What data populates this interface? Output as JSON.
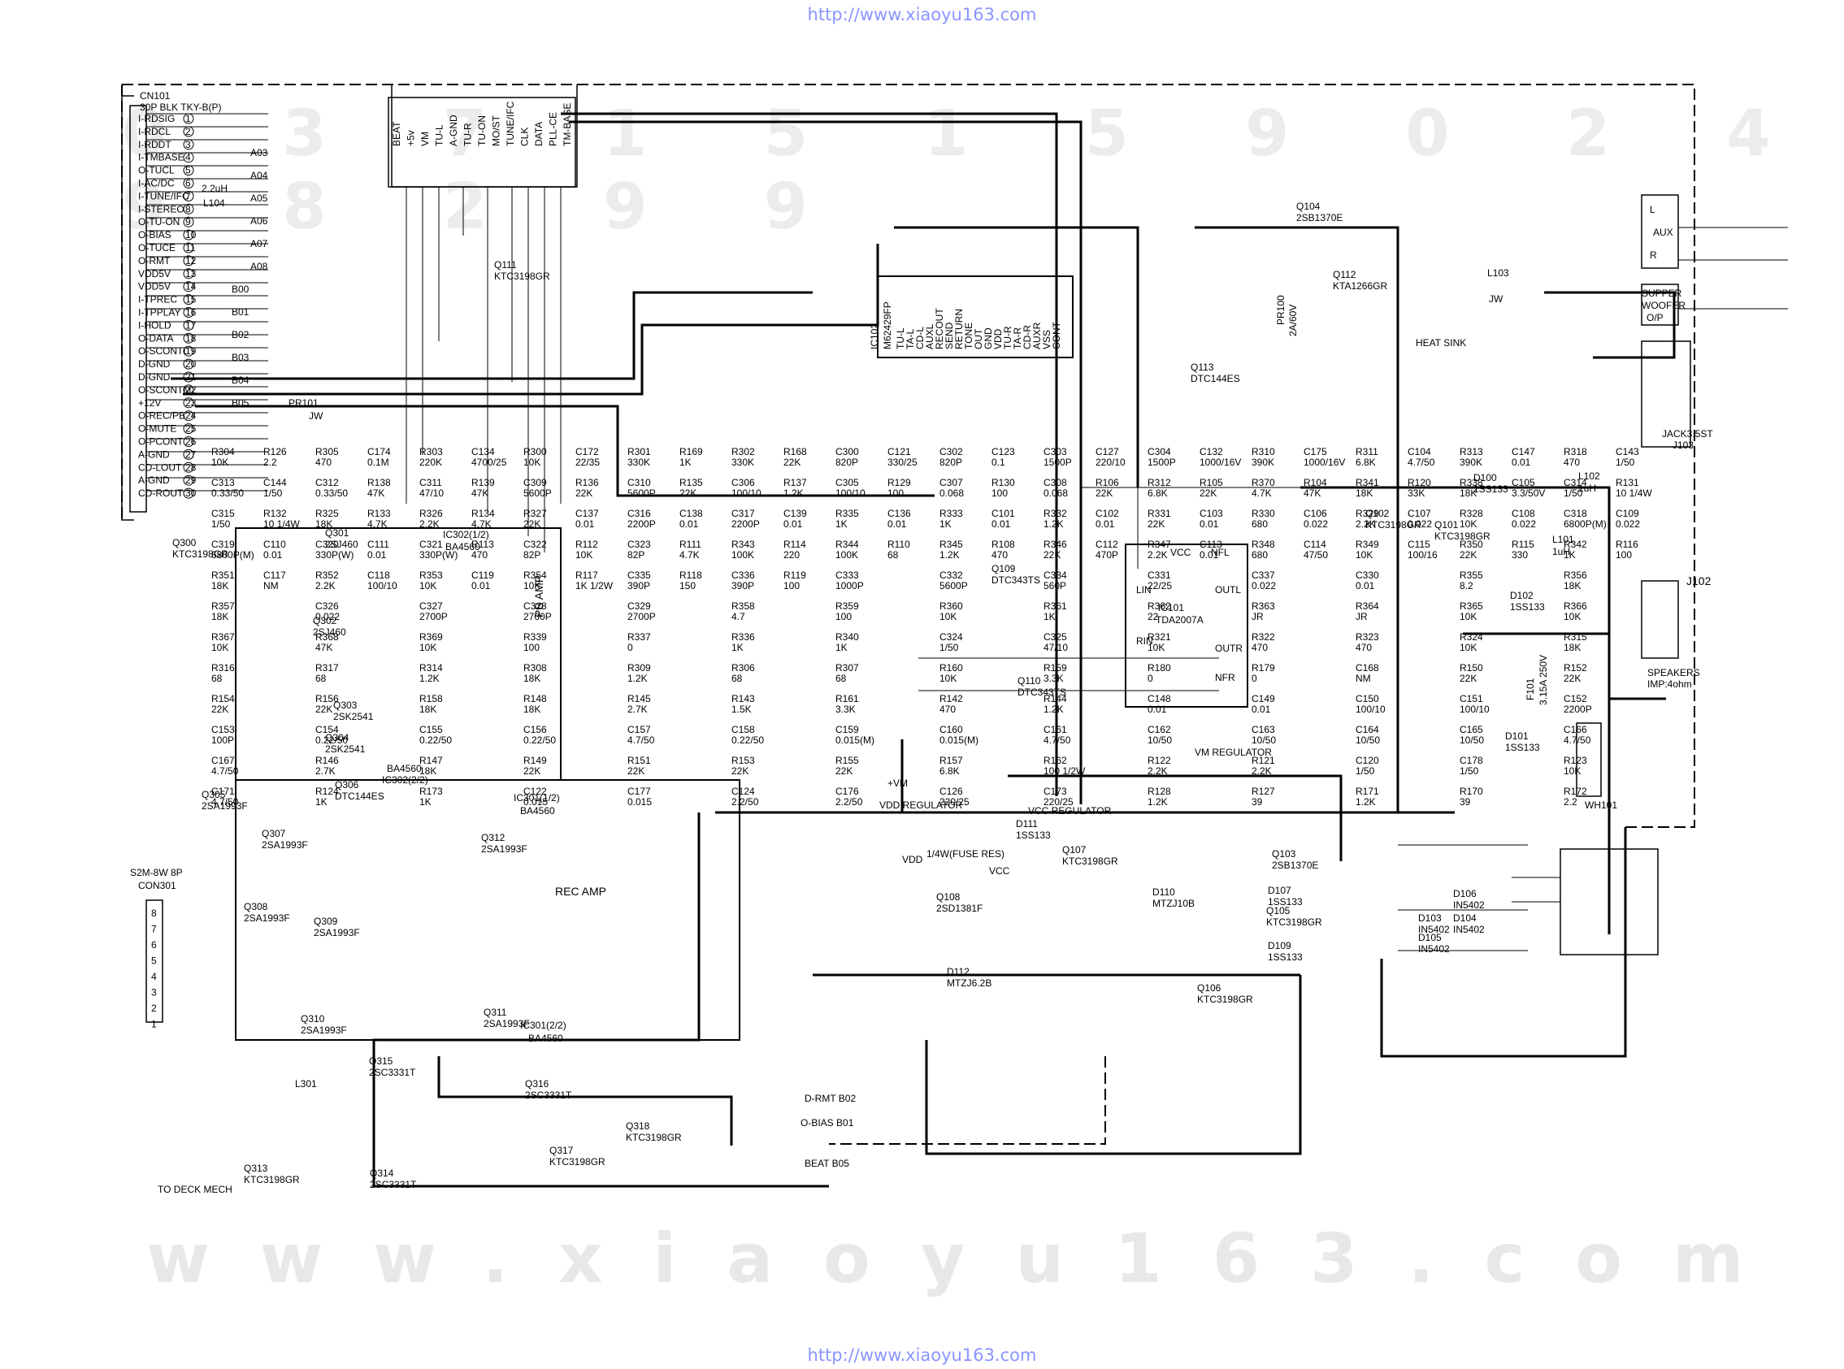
{
  "source_url_top": "http://www.xiaoyu163.com",
  "source_url_bottom": "http://www.xiaoyu163.com",
  "watermark_bottom": "www.xiaoyu163.com",
  "watermark_number": "0 3 7 1 5 1 5 9 0 2 4 9 8 2 9 9",
  "connector_cn101": {
    "ref": "CN101",
    "type": "30P BLK TKY-B(P)",
    "pins": [
      "I-RDSIG",
      "I-RDCL",
      "I-RDDT",
      "I-TMBASE",
      "O-TUCL",
      "I-AC/DC",
      "I-TUNE/IFC",
      "I-STEREO",
      "O-TU-ON",
      "O-BIAS",
      "O-TUCE",
      "O-RMT",
      "VDD5V",
      "VDD5V",
      "I-TPREC",
      "I-TPPLAY",
      "I-HOLD",
      "O-DATA",
      "O-SCONTL",
      "D-GND",
      "D-GND",
      "O-SCONTM",
      "+12V",
      "O-REC/PB",
      "O-MUTE",
      "O-PCONT",
      "A-GND",
      "CD-LOUT",
      "A-GND",
      "CD-ROUT"
    ]
  },
  "header_bus": [
    "BEAT",
    "+5v",
    "VM",
    "TU-L",
    "A-GND",
    "TU-R",
    "TU-ON",
    "MO/ST",
    "TUNE/IFC",
    "CLK",
    "DATA",
    "PLL-CE",
    "TM-BASE"
  ],
  "connector_con301": {
    "ref": "CON301",
    "type": "S2M-8W 8P",
    "pins": [
      "8",
      "7",
      "6",
      "5",
      "4",
      "3",
      "2",
      "1"
    ]
  },
  "blocks": {
    "pb_amp": "PB AMP",
    "rec_amp": "REC AMP",
    "vm_regulator": "VM REGULATOR",
    "vdd_regulator": "VDD REGULATOR",
    "vcc_regulator": "VCC REGULATOR",
    "vdd": "VDD",
    "plus_vm": "+VM",
    "vcc": "VCC"
  },
  "ic101": {
    "ref": "IC101",
    "part": "TDA2007A",
    "pins": [
      "VCC",
      "NFL",
      "OUTL",
      "LIN",
      "RIN",
      "OUTR",
      "NFR"
    ]
  },
  "ic102": {
    "ref": "IC102",
    "part": "M62429FP",
    "pins": [
      "TU-L",
      "TA-L",
      "CD-L",
      "AUXL",
      "RECOUT",
      "SEND",
      "RETURN",
      "TONE",
      "OUT",
      "GND",
      "VDD",
      "TU-R",
      "TA-R",
      "CD-R",
      "AUXR",
      "VSS",
      "CONT"
    ]
  },
  "ic301": {
    "ref": "IC301",
    "part": "BA4560",
    "halves": [
      "IC301(1/2)",
      "IC301(2/2)"
    ]
  },
  "ic302": {
    "ref": "IC302",
    "part": "BA4560",
    "halves": [
      "IC302(1/2)",
      "IC302(2/2)"
    ]
  },
  "transistors": [
    {
      "ref": "Q111",
      "part": "KTC3198GR"
    },
    {
      "ref": "Q300",
      "part": "KTC3198GR"
    },
    {
      "ref": "Q301",
      "part": "2SJ460"
    },
    {
      "ref": "Q302",
      "part": "2SJ460"
    },
    {
      "ref": "Q303",
      "part": "2SK2541"
    },
    {
      "ref": "Q304",
      "part": "2SK2541"
    },
    {
      "ref": "Q305",
      "part": "2SA1993F"
    },
    {
      "ref": "Q306",
      "part": "DTC144ES"
    },
    {
      "ref": "Q307",
      "part": "2SA1993F"
    },
    {
      "ref": "Q308",
      "part": "2SA1993F"
    },
    {
      "ref": "Q309",
      "part": "2SA1993F"
    },
    {
      "ref": "Q310",
      "part": "2SA1993F"
    },
    {
      "ref": "Q311",
      "part": "2SA1993F"
    },
    {
      "ref": "Q312",
      "part": "2SA1993F"
    },
    {
      "ref": "Q313",
      "part": "KTC3198GR"
    },
    {
      "ref": "Q314",
      "part": "2SC3331T"
    },
    {
      "ref": "Q315",
      "part": "2SC3331T"
    },
    {
      "ref": "Q316",
      "part": "2SC3331T"
    },
    {
      "ref": "Q317",
      "part": "KTC3198GR"
    },
    {
      "ref": "Q318",
      "part": "KTC3198GR"
    },
    {
      "ref": "Q101",
      "part": "KTC3198GR"
    },
    {
      "ref": "Q102",
      "part": "KTC3198GR"
    },
    {
      "ref": "Q103",
      "part": "2SB1370E"
    },
    {
      "ref": "Q104",
      "part": "2SB1370E"
    },
    {
      "ref": "Q105",
      "part": "KTC3198GR"
    },
    {
      "ref": "Q106",
      "part": "KTC3198GR"
    },
    {
      "ref": "Q107",
      "part": "KTC3198GR"
    },
    {
      "ref": "Q108",
      "part": "2SD1381F"
    },
    {
      "ref": "Q109",
      "part": "DTC343TS"
    },
    {
      "ref": "Q110",
      "part": "DTC343TS"
    },
    {
      "ref": "Q112",
      "part": "KTA1266GR"
    },
    {
      "ref": "Q113",
      "part": "DTC144ES"
    }
  ],
  "diodes": [
    {
      "ref": "D100",
      "part": "1SS133"
    },
    {
      "ref": "D101",
      "part": "1SS133"
    },
    {
      "ref": "D102",
      "part": "1SS133"
    },
    {
      "ref": "D103",
      "part": "IN5402"
    },
    {
      "ref": "D104",
      "part": "IN5402"
    },
    {
      "ref": "D105",
      "part": "IN5402"
    },
    {
      "ref": "D106",
      "part": "IN5402"
    },
    {
      "ref": "D107",
      "part": "1SS133"
    },
    {
      "ref": "D109",
      "part": "1SS133"
    },
    {
      "ref": "D110",
      "part": "MTZJ10B"
    },
    {
      "ref": "D111",
      "part": "1SS133"
    },
    {
      "ref": "D112",
      "part": "MTZJ6.2B"
    }
  ],
  "right_side": {
    "aux": "AUX",
    "aux_l": "L",
    "aux_r": "R",
    "woofer": "SUPPER WOOFER O/P",
    "jack": "JACK3.5ST",
    "jack_ref": "J103",
    "speakers_ref": "J102",
    "speakers": "SPEAKERS",
    "speakers_imp": "IMP:4ohm",
    "wh101": "WH101",
    "heat_sink": "HEAT SINK",
    "fuse": "F101",
    "fuse_val": "3.15A 250V",
    "l101": "L101",
    "l101_val": "1uH",
    "l102": "L102",
    "l102_val": "1uH",
    "l103": "L103",
    "l103_val": "JW",
    "l104": "L104",
    "l104_val": "2.2uH"
  },
  "misc_labels": {
    "to_deck": "TO DECK MECH",
    "l301": "L301",
    "beat": "BEAT",
    "beat_code": "B05",
    "d_rmt": "D-RMT",
    "d_rmt_code": "B02",
    "o_bias": "O-BIAS",
    "o_bias_code": "B01",
    "fuse_res": "1/4W(FUSE RES)",
    "pr100": "PR100",
    "pr100_val": "2A/60V",
    "pr101": "PR101",
    "pr101_val": "JW"
  },
  "bus_codes_top": [
    "A03",
    "A04",
    "A05",
    "A06",
    "A07",
    "A08",
    "B00",
    "B01",
    "B02",
    "B03",
    "B04",
    "B05"
  ],
  "component_labels": [
    [
      "R304",
      "10K"
    ],
    [
      "R305",
      "470"
    ],
    [
      "R303",
      "220K"
    ],
    [
      "R300",
      "10K"
    ],
    [
      "R301",
      "330K"
    ],
    [
      "R302",
      "330K"
    ],
    [
      "C300",
      "820P"
    ],
    [
      "C302",
      "820P"
    ],
    [
      "C303",
      "1500P"
    ],
    [
      "C304",
      "1500P"
    ],
    [
      "R310",
      "390K"
    ],
    [
      "R311",
      "6.8K"
    ],
    [
      "R313",
      "390K"
    ],
    [
      "R318",
      "470"
    ],
    [
      "C313",
      "0.33/50"
    ],
    [
      "C312",
      "0.33/50"
    ],
    [
      "C311",
      "47/10"
    ],
    [
      "C309",
      "5600P"
    ],
    [
      "C310",
      "5600P"
    ],
    [
      "C306",
      "100/10"
    ],
    [
      "C305",
      "100/10"
    ],
    [
      "C307",
      "0.068"
    ],
    [
      "C308",
      "0.068"
    ],
    [
      "R312",
      "6.8K"
    ],
    [
      "R370",
      "4.7K"
    ],
    [
      "R341",
      "18K"
    ],
    [
      "R338",
      "18K"
    ],
    [
      "C314",
      "1/50"
    ],
    [
      "C315",
      "1/50"
    ],
    [
      "R325",
      "18K"
    ],
    [
      "R326",
      "2.2K"
    ],
    [
      "R327",
      "22K"
    ],
    [
      "C316",
      "2200P"
    ],
    [
      "C317",
      "2200P"
    ],
    [
      "R335",
      "1K"
    ],
    [
      "R333",
      "1K"
    ],
    [
      "R332",
      "1.2K"
    ],
    [
      "R331",
      "22K"
    ],
    [
      "R330",
      "680"
    ],
    [
      "R329",
      "2.2K"
    ],
    [
      "R328",
      "10K"
    ],
    [
      "C318",
      "6800P(M)"
    ],
    [
      "C319",
      "6800P(M)"
    ],
    [
      "C320",
      "330P(W)"
    ],
    [
      "C321",
      "330P(W)"
    ],
    [
      "C322",
      "82P"
    ],
    [
      "C323",
      "82P"
    ],
    [
      "R343",
      "100K"
    ],
    [
      "R344",
      "100K"
    ],
    [
      "R345",
      "1.2K"
    ],
    [
      "R346",
      "22K"
    ],
    [
      "R347",
      "2.2K"
    ],
    [
      "R348",
      "680"
    ],
    [
      "R349",
      "10K"
    ],
    [
      "R350",
      "22K"
    ],
    [
      "R342",
      "1K"
    ],
    [
      "R351",
      "18K"
    ],
    [
      "R352",
      "2.2K"
    ],
    [
      "R353",
      "10K"
    ],
    [
      "R354",
      "10K"
    ],
    [
      "C335",
      "390P"
    ],
    [
      "C336",
      "390P"
    ],
    [
      "C333",
      "1000P"
    ],
    [
      "C332",
      "5600P"
    ],
    [
      "C334",
      "560P"
    ],
    [
      "C331",
      "22/25"
    ],
    [
      "C337",
      "0.022"
    ],
    [
      "C330",
      "0.01"
    ],
    [
      "R355",
      "8.2"
    ],
    [
      "R356",
      "18K"
    ],
    [
      "R357",
      "18K"
    ],
    [
      "C326",
      "0.022"
    ],
    [
      "C327",
      "2700P"
    ],
    [
      "C328",
      "2700P"
    ],
    [
      "C329",
      "2700P"
    ],
    [
      "R358",
      "4.7"
    ],
    [
      "R359",
      "100"
    ],
    [
      "R360",
      "10K"
    ],
    [
      "R361",
      "1K"
    ],
    [
      "R362",
      "22"
    ],
    [
      "R363",
      "JR"
    ],
    [
      "R364",
      "JR"
    ],
    [
      "R365",
      "10K"
    ],
    [
      "R366",
      "10K"
    ],
    [
      "R367",
      "10K"
    ],
    [
      "R368",
      "47K"
    ],
    [
      "R369",
      "10K"
    ],
    [
      "R339",
      "100"
    ],
    [
      "R337",
      "0"
    ],
    [
      "R336",
      "1K"
    ],
    [
      "R340",
      "1K"
    ],
    [
      "C324",
      "1/50"
    ],
    [
      "C325",
      "47/10"
    ],
    [
      "R321",
      "10K"
    ],
    [
      "R322",
      "470"
    ],
    [
      "R323",
      "470"
    ],
    [
      "R324",
      "10K"
    ],
    [
      "R315",
      "18K"
    ],
    [
      "R316",
      "68"
    ],
    [
      "R317",
      "68"
    ],
    [
      "R314",
      "1.2K"
    ],
    [
      "R308",
      "18K"
    ],
    [
      "R309",
      "1.2K"
    ],
    [
      "R306",
      "68"
    ],
    [
      "R307",
      "68"
    ],
    [
      "R160",
      "10K"
    ],
    [
      "R159",
      "3.3K"
    ],
    [
      "R180",
      "0"
    ],
    [
      "R179",
      "0"
    ],
    [
      "C168",
      "NM"
    ],
    [
      "R150",
      "22K"
    ],
    [
      "R152",
      "22K"
    ],
    [
      "R154",
      "22K"
    ],
    [
      "R156",
      "22K"
    ],
    [
      "R158",
      "18K"
    ],
    [
      "R148",
      "18K"
    ],
    [
      "R145",
      "2.7K"
    ],
    [
      "R143",
      "1.5K"
    ],
    [
      "R161",
      "3.3K"
    ],
    [
      "R142",
      "470"
    ],
    [
      "R144",
      "1.2K"
    ],
    [
      "C148",
      "0.01"
    ],
    [
      "C149",
      "0.01"
    ],
    [
      "C150",
      "100/10"
    ],
    [
      "C151",
      "100/10"
    ],
    [
      "C152",
      "2200P"
    ],
    [
      "C153",
      "100P"
    ],
    [
      "C154",
      "0.22/50"
    ],
    [
      "C155",
      "0.22/50"
    ],
    [
      "C156",
      "0.22/50"
    ],
    [
      "C157",
      "4.7/50"
    ],
    [
      "C158",
      "0.22/50"
    ],
    [
      "C159",
      "0.015(M)"
    ],
    [
      "C160",
      "0.015(M)"
    ],
    [
      "C161",
      "4.7/50"
    ],
    [
      "C162",
      "10/50"
    ],
    [
      "C163",
      "10/50"
    ],
    [
      "C164",
      "10/50"
    ],
    [
      "C165",
      "10/50"
    ],
    [
      "C166",
      "4.7/50"
    ],
    [
      "C167",
      "4.7/50"
    ],
    [
      "R146",
      "2.7K"
    ],
    [
      "R147",
      "18K"
    ],
    [
      "R149",
      "22K"
    ],
    [
      "R151",
      "22K"
    ],
    [
      "R153",
      "22K"
    ],
    [
      "R155",
      "22K"
    ],
    [
      "R157",
      "6.8K"
    ],
    [
      "R162",
      "100 1/2W"
    ],
    [
      "R122",
      "2.2K"
    ],
    [
      "R121",
      "2.2K"
    ],
    [
      "C120",
      "1/50"
    ],
    [
      "C178",
      "1/50"
    ],
    [
      "R123",
      "10K"
    ],
    [
      "C171",
      "4.7/50"
    ],
    [
      "R124",
      "1K"
    ],
    [
      "R173",
      "1K"
    ],
    [
      "C122",
      "0.015"
    ],
    [
      "C177",
      "0.015"
    ],
    [
      "C124",
      "2.2/50"
    ],
    [
      "C176",
      "2.2/50"
    ],
    [
      "C126",
      "220/25"
    ],
    [
      "C173",
      "220/25"
    ],
    [
      "R128",
      "1.2K"
    ],
    [
      "R127",
      "39"
    ],
    [
      "R171",
      "1.2K"
    ],
    [
      "R170",
      "39"
    ],
    [
      "R172",
      "2.2"
    ],
    [
      "R126",
      "2.2"
    ],
    [
      "C174",
      "0.1M"
    ],
    [
      "C134",
      "4700/25"
    ],
    [
      "C172",
      "22/35"
    ],
    [
      "R169",
      "1K"
    ],
    [
      "R168",
      "22K"
    ],
    [
      "C121",
      "330/25"
    ],
    [
      "C123",
      "0.1"
    ],
    [
      "C127",
      "220/10"
    ],
    [
      "C132",
      "1000/16V"
    ],
    [
      "C175",
      "1000/16V"
    ],
    [
      "C104",
      "4.7/50"
    ],
    [
      "C147",
      "0.01"
    ],
    [
      "C143",
      "1/50"
    ],
    [
      "C144",
      "1/50"
    ],
    [
      "R138",
      "47K"
    ],
    [
      "R139",
      "47K"
    ],
    [
      "R136",
      "22K"
    ],
    [
      "R135",
      "22K"
    ],
    [
      "R137",
      "1.2K"
    ],
    [
      "R129",
      "100"
    ],
    [
      "R130",
      "100"
    ],
    [
      "R106",
      "22K"
    ],
    [
      "R105",
      "22K"
    ],
    [
      "R104",
      "47K"
    ],
    [
      "R120",
      "33K"
    ],
    [
      "C105",
      "3.3/50V"
    ],
    [
      "R131",
      "10 1/4W"
    ],
    [
      "R132",
      "10 1/4W"
    ],
    [
      "R133",
      "4.7K"
    ],
    [
      "R134",
      "4.7K"
    ],
    [
      "C137",
      "0.01"
    ],
    [
      "C138",
      "0.01"
    ],
    [
      "C139",
      "0.01"
    ],
    [
      "C136",
      "0.01"
    ],
    [
      "C101",
      "0.01"
    ],
    [
      "C102",
      "0.01"
    ],
    [
      "C103",
      "0.01"
    ],
    [
      "C106",
      "0.022"
    ],
    [
      "C107",
      "0.022"
    ],
    [
      "C108",
      "0.022"
    ],
    [
      "C109",
      "0.022"
    ],
    [
      "C110",
      "0.01"
    ],
    [
      "C111",
      "0.01"
    ],
    [
      "R113",
      "470"
    ],
    [
      "R112",
      "10K"
    ],
    [
      "R111",
      "4.7K"
    ],
    [
      "R114",
      "220"
    ],
    [
      "R110",
      "68"
    ],
    [
      "R108",
      "470"
    ],
    [
      "C112",
      "470P"
    ],
    [
      "C113",
      "0.01"
    ],
    [
      "C114",
      "47/50"
    ],
    [
      "C115",
      "100/16"
    ],
    [
      "R115",
      "330"
    ],
    [
      "R116",
      "100"
    ],
    [
      "C117",
      "NM"
    ],
    [
      "C118",
      "100/10"
    ],
    [
      "C119",
      "0.01"
    ],
    [
      "R117",
      "1K 1/2W"
    ],
    [
      "R118",
      "150"
    ],
    [
      "R119",
      "100"
    ]
  ]
}
